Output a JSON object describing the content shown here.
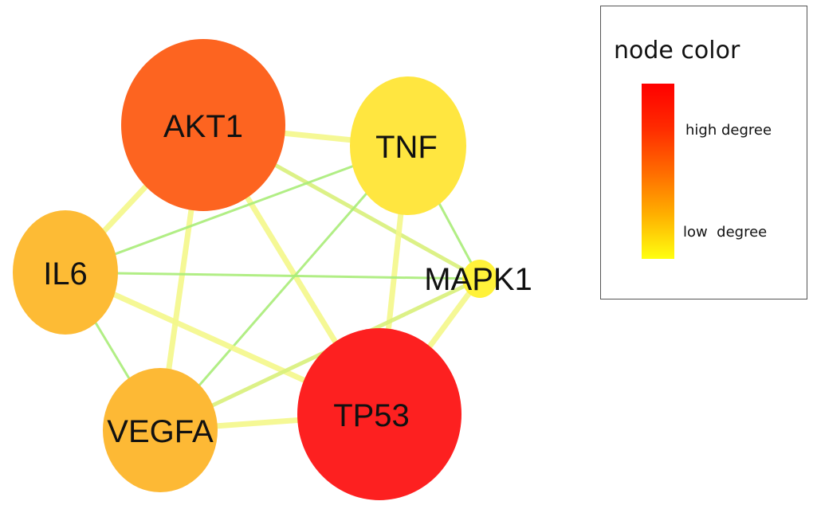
{
  "network": {
    "nodes": [
      {
        "id": "AKT1",
        "label": "AKT1",
        "color": "#fd6420",
        "degree_rank": "high"
      },
      {
        "id": "TNF",
        "label": "TNF",
        "color": "#ffe640",
        "degree_rank": "low"
      },
      {
        "id": "IL6",
        "label": "IL6",
        "color": "#fdbb35",
        "degree_rank": "medium"
      },
      {
        "id": "MAPK1",
        "label": "MAPK1",
        "color": "#fff23a",
        "degree_rank": "lowest"
      },
      {
        "id": "VEGFA",
        "label": "VEGFA",
        "color": "#fdb935",
        "degree_rank": "medium"
      },
      {
        "id": "TP53",
        "label": "TP53",
        "color": "#fd2020",
        "degree_rank": "highest"
      }
    ],
    "edges": [
      {
        "source": "AKT1",
        "target": "TNF",
        "style": "strong"
      },
      {
        "source": "AKT1",
        "target": "IL6",
        "style": "strong"
      },
      {
        "source": "AKT1",
        "target": "VEGFA",
        "style": "strong"
      },
      {
        "source": "AKT1",
        "target": "TP53",
        "style": "strong"
      },
      {
        "source": "AKT1",
        "target": "MAPK1",
        "style": "medium"
      },
      {
        "source": "TNF",
        "target": "IL6",
        "style": "weak"
      },
      {
        "source": "TNF",
        "target": "VEGFA",
        "style": "weak"
      },
      {
        "source": "TNF",
        "target": "TP53",
        "style": "strong"
      },
      {
        "source": "TNF",
        "target": "MAPK1",
        "style": "weak"
      },
      {
        "source": "IL6",
        "target": "MAPK1",
        "style": "weak"
      },
      {
        "source": "IL6",
        "target": "TP53",
        "style": "strong"
      },
      {
        "source": "IL6",
        "target": "VEGFA",
        "style": "weak"
      },
      {
        "source": "VEGFA",
        "target": "TP53",
        "style": "strong"
      },
      {
        "source": "VEGFA",
        "target": "MAPK1",
        "style": "medium"
      },
      {
        "source": "TP53",
        "target": "MAPK1",
        "style": "strong"
      }
    ],
    "edge_colors": {
      "strong": "#f4f78a",
      "medium": "#d8f07a",
      "weak": "#a8ec78"
    }
  },
  "legend": {
    "title": "node color",
    "high_label": "high degree",
    "low_label": "low  degree",
    "gradient": [
      "#ff0000",
      "#ff6a00",
      "#ffb000",
      "#ffff10"
    ]
  }
}
